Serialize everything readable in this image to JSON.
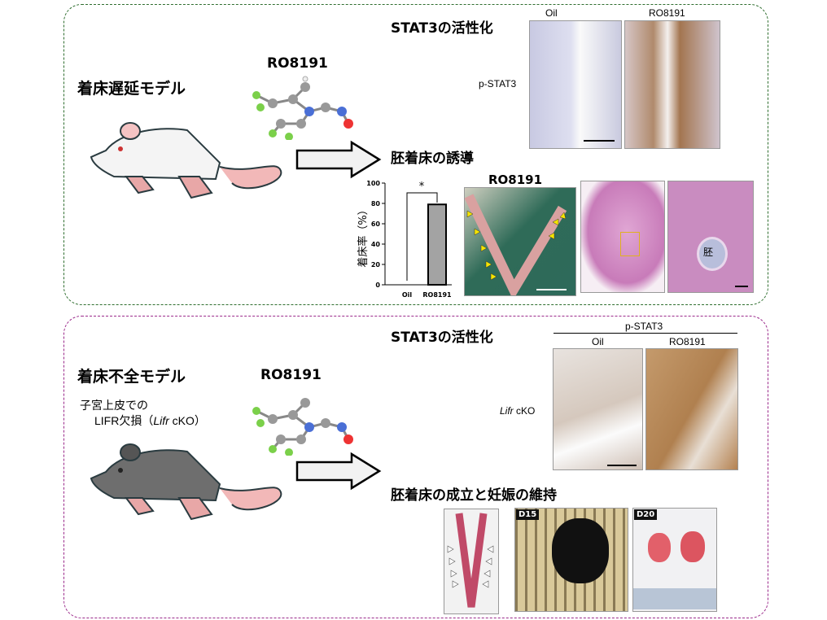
{
  "colors": {
    "top_border": "#2f6e2f",
    "bottom_border": "#9b2a8b",
    "bar": "#a3a3a3",
    "arrowhead_yellow": "#f5e400"
  },
  "top": {
    "model_title": "着床遅延モデル",
    "compound": "RO8191",
    "stat3_title": "STAT3の活性化",
    "col_oil": "Oil",
    "col_ro": "RO8191",
    "row_label": "p-STAT3",
    "induction_title": "胚着床の誘導",
    "photo_title": "RO8191",
    "embryo_label": "胚"
  },
  "chart_data": {
    "type": "bar",
    "categories": [
      "Oil",
      "RO8191"
    ],
    "values": [
      0,
      79
    ],
    "ylabel": "着床率（%）",
    "yticks": [
      0,
      20,
      40,
      60,
      80,
      100
    ],
    "ylim": [
      0,
      100
    ],
    "annotation": "*",
    "grid": false
  },
  "bottom": {
    "model_title": "着床不全モデル",
    "subtitle_line1": "子宮上皮での",
    "subtitle_line2_prefix": "LIFR欠損（",
    "subtitle_gene": "Lifr",
    "subtitle_suffix": " cKO）",
    "compound": "RO8191",
    "stat3_title": "STAT3の活性化",
    "header": "p-STAT3",
    "col_oil": "Oil",
    "col_ro": "RO8191",
    "row_gene": "Lifr",
    "row_suffix": " cKO",
    "maintenance_title": "胚着床の成立と妊娠の維持",
    "tag_d15": "D15",
    "tag_d20": "D20"
  }
}
